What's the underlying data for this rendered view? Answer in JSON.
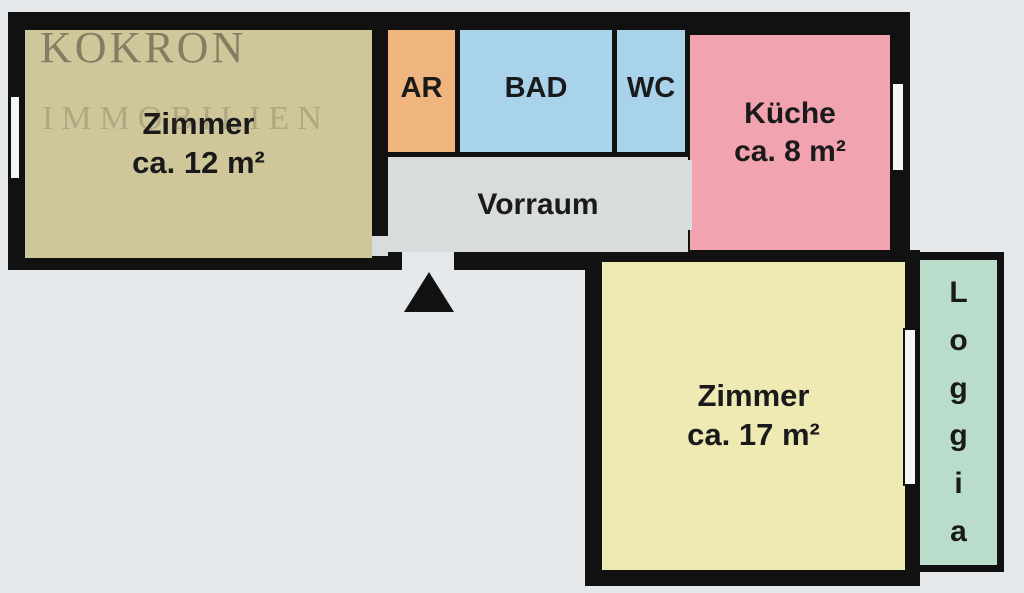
{
  "watermark": {
    "brand": "KOKRON",
    "sub": "IMMOBILIEN"
  },
  "rooms": [
    {
      "name": "Zimmer",
      "area": "ca. 12 m²",
      "color": "#cfc79a"
    },
    {
      "name": "AR",
      "color": "#f0b57e"
    },
    {
      "name": "BAD",
      "color": "#a9d3ea"
    },
    {
      "name": "WC",
      "color": "#a9d3ea"
    },
    {
      "name": "Küche",
      "area": "ca. 8 m²",
      "color": "#f1a3b0"
    },
    {
      "name": "Vorraum",
      "color": "#d9dcdc"
    },
    {
      "name": "Zimmer",
      "area": "ca. 17 m²",
      "color": "#efe9b4"
    },
    {
      "name": "Loggia",
      "letters": [
        "L",
        "o",
        "g",
        "g",
        "i",
        "a"
      ],
      "color": "#b9dccb"
    }
  ],
  "entrance_icon": "triangle-up-icon"
}
